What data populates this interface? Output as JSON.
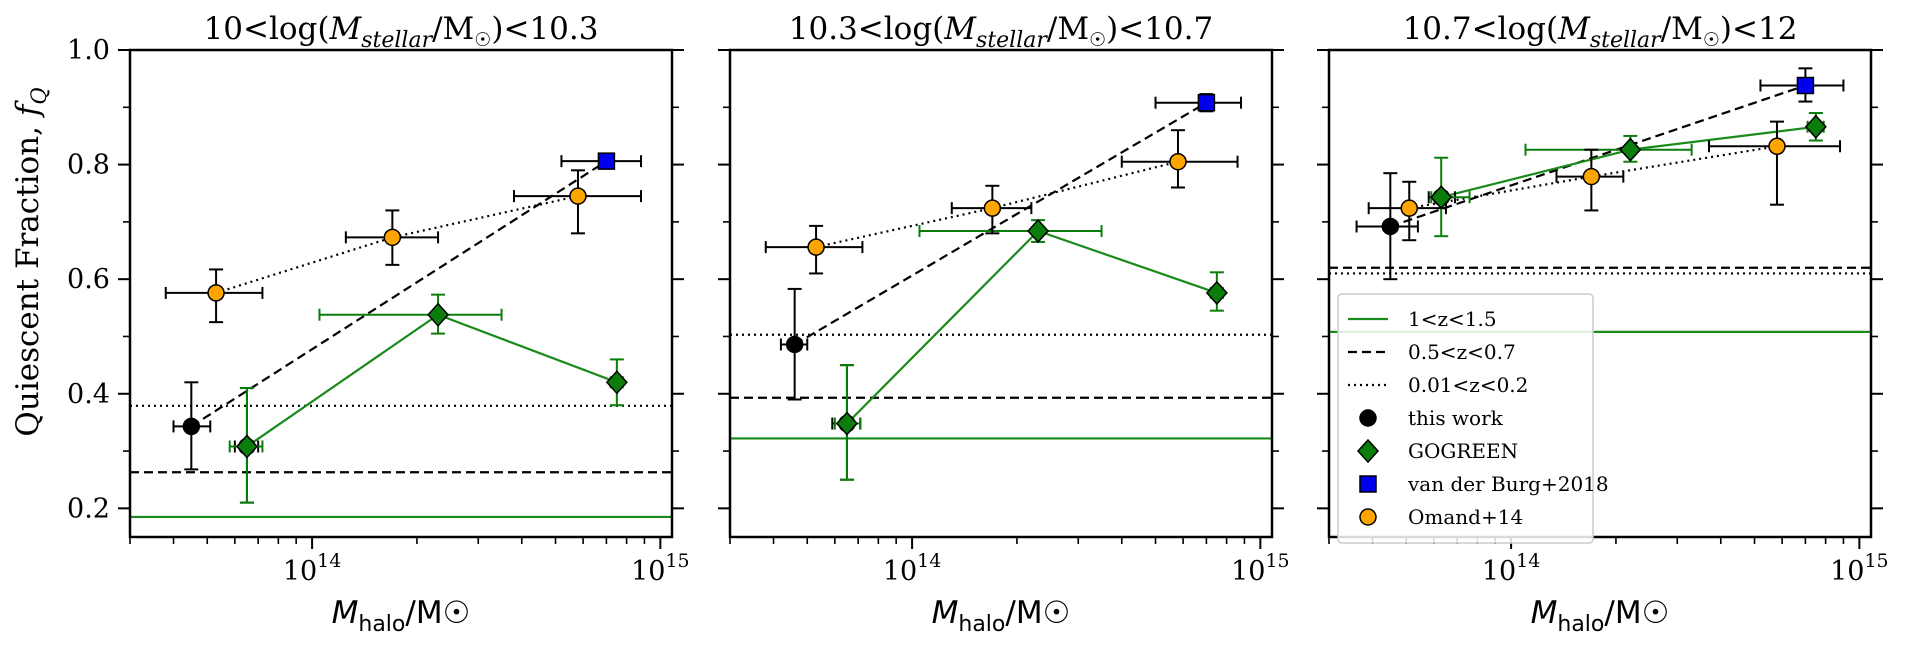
{
  "figure": {
    "ylabel": "Quiescent Fraction, f_Q",
    "xlabel_main": "M",
    "xlabel_sub": "halo",
    "xlabel_unit": "/M☉"
  },
  "legend": {
    "placement": "center-left of third panel",
    "entries": [
      {
        "label": "1<z<1.5",
        "kind": "line",
        "style": "solid",
        "color": "#1a8a1a"
      },
      {
        "label": "0.5<z<0.7",
        "kind": "line",
        "style": "dashed",
        "color": "#000000"
      },
      {
        "label": "0.01<z<0.2",
        "kind": "line",
        "style": "dotted",
        "color": "#000000"
      },
      {
        "label": "this work",
        "kind": "marker",
        "shape": "circle",
        "color": "#000000"
      },
      {
        "label": "GOGREEN",
        "kind": "marker",
        "shape": "diamond",
        "color": "#0a7d0a"
      },
      {
        "label": "van der Burg+2018",
        "kind": "marker",
        "shape": "square",
        "color": "#0000ee"
      },
      {
        "label": "Omand+14",
        "kind": "marker",
        "shape": "circle",
        "color": "#ffa500"
      }
    ]
  },
  "chart_data": [
    {
      "type": "scatter",
      "title": "10<log(M_stellar/M☉)<10.3",
      "title_parts": {
        "prefix": "10<log(",
        "var": "M",
        "sub": "stellar",
        "unit": "/M",
        "sun": "☉",
        "suffix": ")<10.3"
      },
      "xscale": "log",
      "xlim": [
        30000000000000.0,
        1080000000000000.0
      ],
      "ylim": [
        0.15,
        1.0
      ],
      "xticks": [
        {
          "value": 100000000000000.0,
          "label": "10",
          "exp": "14"
        },
        {
          "value": 1000000000000000.0,
          "label": "10",
          "exp": "15"
        }
      ],
      "yticks": [
        0.2,
        0.4,
        0.6,
        0.8,
        1.0
      ],
      "ytick_labels": [
        "0.2",
        "0.4",
        "0.6",
        "0.8",
        "1.0"
      ],
      "hlines": [
        {
          "y": 0.185,
          "style": "solid",
          "color": "#1a8a1a"
        },
        {
          "y": 0.263,
          "style": "dashed",
          "color": "#000000"
        },
        {
          "y": 0.379,
          "style": "dotted",
          "color": "#000000"
        }
      ],
      "series": [
        {
          "marker": "circle",
          "color": "#000000",
          "line": "dashed",
          "points": [
            {
              "x": 45000000000000.0,
              "y": 0.343,
              "xlo": 40000000000000.0,
              "xhi": 51000000000000.0,
              "ylo": 0.268,
              "yhi": 0.42
            },
            {
              "x": 65000000000000.0,
              "y": 0.308,
              "xlo": 60000000000000.0,
              "xhi": 70000000000000.0,
              "ylo": 0.21,
              "yhi": 0.41
            }
          ]
        },
        {
          "marker": "square",
          "color": "#0000ee",
          "line": "dashed",
          "points": [
            {
              "x": 700000000000000.0,
              "y": 0.806,
              "xlo": 520000000000000.0,
              "xhi": 880000000000000.0,
              "ylo": 0.8,
              "yhi": 0.812
            }
          ]
        },
        {
          "marker": "diamond",
          "color": "#0a7d0a",
          "line": "solid",
          "points": [
            {
              "x": 65000000000000.0,
              "y": 0.308,
              "xlo": 58000000000000.0,
              "xhi": 72000000000000.0,
              "ylo": 0.21,
              "yhi": 0.41
            },
            {
              "x": 230000000000000.0,
              "y": 0.538,
              "xlo": 105000000000000.0,
              "xhi": 350000000000000.0,
              "ylo": 0.505,
              "yhi": 0.573
            },
            {
              "x": 750000000000000.0,
              "y": 0.42,
              "xlo": 720000000000000.0,
              "xhi": 780000000000000.0,
              "ylo": 0.38,
              "yhi": 0.46
            }
          ]
        },
        {
          "marker": "circle",
          "color": "#ffa500",
          "line": "dotted",
          "points": [
            {
              "x": 53000000000000.0,
              "y": 0.576,
              "xlo": 38000000000000.0,
              "xhi": 72000000000000.0,
              "ylo": 0.525,
              "yhi": 0.617
            },
            {
              "x": 170000000000000.0,
              "y": 0.673,
              "xlo": 125000000000000.0,
              "xhi": 230000000000000.0,
              "ylo": 0.625,
              "yhi": 0.72
            },
            {
              "x": 580000000000000.0,
              "y": 0.745,
              "xlo": 380000000000000.0,
              "xhi": 880000000000000.0,
              "ylo": 0.68,
              "yhi": 0.79
            }
          ]
        }
      ],
      "connect": [
        {
          "style": "dashed",
          "color": "#000000",
          "points": [
            [
              45000000000000.0,
              0.343
            ],
            [
              700000000000000.0,
              0.806
            ]
          ]
        },
        {
          "style": "solid",
          "color": "#1a8a1a",
          "points": [
            [
              65000000000000.0,
              0.308
            ],
            [
              230000000000000.0,
              0.538
            ],
            [
              750000000000000.0,
              0.42
            ]
          ]
        },
        {
          "style": "dotted",
          "color": "#000000",
          "points": [
            [
              53000000000000.0,
              0.576
            ],
            [
              170000000000000.0,
              0.673
            ],
            [
              580000000000000.0,
              0.745
            ]
          ]
        }
      ]
    },
    {
      "type": "scatter",
      "title": "10.3<log(M_stellar/M☉)<10.7",
      "title_parts": {
        "prefix": "10.3<log(",
        "var": "M",
        "sub": "stellar",
        "unit": "/M",
        "sun": "☉",
        "suffix": ")<10.7"
      },
      "xscale": "log",
      "xlim": [
        30000000000000.0,
        1080000000000000.0
      ],
      "ylim": [
        0.15,
        1.0
      ],
      "xticks": [
        {
          "value": 100000000000000.0,
          "label": "10",
          "exp": "14"
        },
        {
          "value": 1000000000000000.0,
          "label": "10",
          "exp": "15"
        }
      ],
      "yticks": [
        0.2,
        0.4,
        0.6,
        0.8,
        1.0
      ],
      "ytick_labels": [],
      "hlines": [
        {
          "y": 0.322,
          "style": "solid",
          "color": "#1a8a1a"
        },
        {
          "y": 0.393,
          "style": "dashed",
          "color": "#000000"
        },
        {
          "y": 0.503,
          "style": "dotted",
          "color": "#000000"
        }
      ],
      "series": [
        {
          "marker": "circle",
          "color": "#000000",
          "line": "dashed",
          "points": [
            {
              "x": 46000000000000.0,
              "y": 0.486,
              "xlo": 42000000000000.0,
              "xhi": 50000000000000.0,
              "ylo": 0.39,
              "yhi": 0.583
            },
            {
              "x": 65000000000000.0,
              "y": 0.348,
              "xlo": 59000000000000.0,
              "xhi": 71000000000000.0,
              "ylo": 0.25,
              "yhi": 0.45
            }
          ]
        },
        {
          "marker": "square",
          "color": "#0000ee",
          "line": "dashed",
          "points": [
            {
              "x": 700000000000000.0,
              "y": 0.908,
              "xlo": 500000000000000.0,
              "xhi": 880000000000000.0,
              "ylo": 0.893,
              "yhi": 0.923
            }
          ]
        },
        {
          "marker": "diamond",
          "color": "#0a7d0a",
          "line": "solid",
          "points": [
            {
              "x": 65000000000000.0,
              "y": 0.348,
              "xlo": 60000000000000.0,
              "xhi": 71000000000000.0,
              "ylo": 0.25,
              "yhi": 0.45
            },
            {
              "x": 230000000000000.0,
              "y": 0.684,
              "xlo": 105000000000000.0,
              "xhi": 350000000000000.0,
              "ylo": 0.665,
              "yhi": 0.703
            },
            {
              "x": 750000000000000.0,
              "y": 0.576,
              "xlo": 720000000000000.0,
              "xhi": 780000000000000.0,
              "ylo": 0.545,
              "yhi": 0.612
            }
          ]
        },
        {
          "marker": "circle",
          "color": "#ffa500",
          "line": "dotted",
          "points": [
            {
              "x": 53000000000000.0,
              "y": 0.656,
              "xlo": 38000000000000.0,
              "xhi": 72000000000000.0,
              "ylo": 0.61,
              "yhi": 0.693
            },
            {
              "x": 170000000000000.0,
              "y": 0.724,
              "xlo": 130000000000000.0,
              "xhi": 220000000000000.0,
              "ylo": 0.68,
              "yhi": 0.763
            },
            {
              "x": 580000000000000.0,
              "y": 0.805,
              "xlo": 400000000000000.0,
              "xhi": 860000000000000.0,
              "ylo": 0.76,
              "yhi": 0.86
            }
          ]
        }
      ],
      "connect": [
        {
          "style": "dashed",
          "color": "#000000",
          "points": [
            [
              46000000000000.0,
              0.486
            ],
            [
              700000000000000.0,
              0.908
            ]
          ]
        },
        {
          "style": "solid",
          "color": "#1a8a1a",
          "points": [
            [
              65000000000000.0,
              0.348
            ],
            [
              230000000000000.0,
              0.684
            ],
            [
              750000000000000.0,
              0.576
            ]
          ]
        },
        {
          "style": "dotted",
          "color": "#000000",
          "points": [
            [
              53000000000000.0,
              0.656
            ],
            [
              170000000000000.0,
              0.724
            ],
            [
              580000000000000.0,
              0.805
            ]
          ]
        }
      ]
    },
    {
      "type": "scatter",
      "title": "10.7<log(M_stellar/M☉)<12",
      "title_parts": {
        "prefix": "10.7<log(",
        "var": "M",
        "sub": "stellar",
        "unit": "/M",
        "sun": "☉",
        "suffix": ")<12"
      },
      "xscale": "log",
      "xlim": [
        30000000000000.0,
        1080000000000000.0
      ],
      "ylim": [
        0.15,
        1.0
      ],
      "xticks": [
        {
          "value": 100000000000000.0,
          "label": "10",
          "exp": "14"
        },
        {
          "value": 1000000000000000.0,
          "label": "10",
          "exp": "15"
        }
      ],
      "yticks": [
        0.2,
        0.4,
        0.6,
        0.8,
        1.0
      ],
      "ytick_labels": [],
      "hlines": [
        {
          "y": 0.508,
          "style": "solid",
          "color": "#1a8a1a"
        },
        {
          "y": 0.62,
          "style": "dashed",
          "color": "#000000"
        },
        {
          "y": 0.61,
          "style": "dotted",
          "color": "#000000"
        }
      ],
      "series": [
        {
          "marker": "circle",
          "color": "#000000",
          "line": "dashed",
          "points": [
            {
              "x": 45000000000000.0,
              "y": 0.692,
              "xlo": 36000000000000.0,
              "xhi": 54000000000000.0,
              "ylo": 0.6,
              "yhi": 0.785
            },
            {
              "x": 63000000000000.0,
              "y": 0.743,
              "xlo": 58000000000000.0,
              "xhi": 69000000000000.0,
              "ylo": 0.735,
              "yhi": 0.751
            }
          ]
        },
        {
          "marker": "square",
          "color": "#0000ee",
          "line": "dashed",
          "points": [
            {
              "x": 700000000000000.0,
              "y": 0.938,
              "xlo": 520000000000000.0,
              "xhi": 900000000000000.0,
              "ylo": 0.91,
              "yhi": 0.968
            }
          ]
        },
        {
          "marker": "diamond",
          "color": "#0a7d0a",
          "line": "solid",
          "points": [
            {
              "x": 63000000000000.0,
              "y": 0.743,
              "xlo": 59000000000000.0,
              "xhi": 76000000000000.0,
              "ylo": 0.675,
              "yhi": 0.812
            },
            {
              "x": 220000000000000.0,
              "y": 0.826,
              "xlo": 110000000000000.0,
              "xhi": 330000000000000.0,
              "ylo": 0.805,
              "yhi": 0.85
            },
            {
              "x": 750000000000000.0,
              "y": 0.866,
              "xlo": 710000000000000.0,
              "xhi": 790000000000000.0,
              "ylo": 0.842,
              "yhi": 0.89
            }
          ]
        },
        {
          "marker": "circle",
          "color": "#ffa500",
          "line": "dotted",
          "points": [
            {
              "x": 51000000000000.0,
              "y": 0.724,
              "xlo": 39000000000000.0,
              "xhi": 65000000000000.0,
              "ylo": 0.668,
              "yhi": 0.77
            },
            {
              "x": 170000000000000.0,
              "y": 0.779,
              "xlo": 135000000000000.0,
              "xhi": 210000000000000.0,
              "ylo": 0.72,
              "yhi": 0.826
            },
            {
              "x": 580000000000000.0,
              "y": 0.832,
              "xlo": 370000000000000.0,
              "xhi": 880000000000000.0,
              "ylo": 0.73,
              "yhi": 0.875
            }
          ]
        }
      ],
      "connect": [
        {
          "style": "dashed",
          "color": "#000000",
          "points": [
            [
              45000000000000.0,
              0.692
            ],
            [
              700000000000000.0,
              0.938
            ]
          ]
        },
        {
          "style": "solid",
          "color": "#1a8a1a",
          "points": [
            [
              63000000000000.0,
              0.743
            ],
            [
              220000000000000.0,
              0.826
            ],
            [
              750000000000000.0,
              0.866
            ]
          ]
        },
        {
          "style": "dotted",
          "color": "#000000",
          "points": [
            [
              51000000000000.0,
              0.724
            ],
            [
              170000000000000.0,
              0.779
            ],
            [
              580000000000000.0,
              0.832
            ]
          ]
        }
      ]
    }
  ]
}
